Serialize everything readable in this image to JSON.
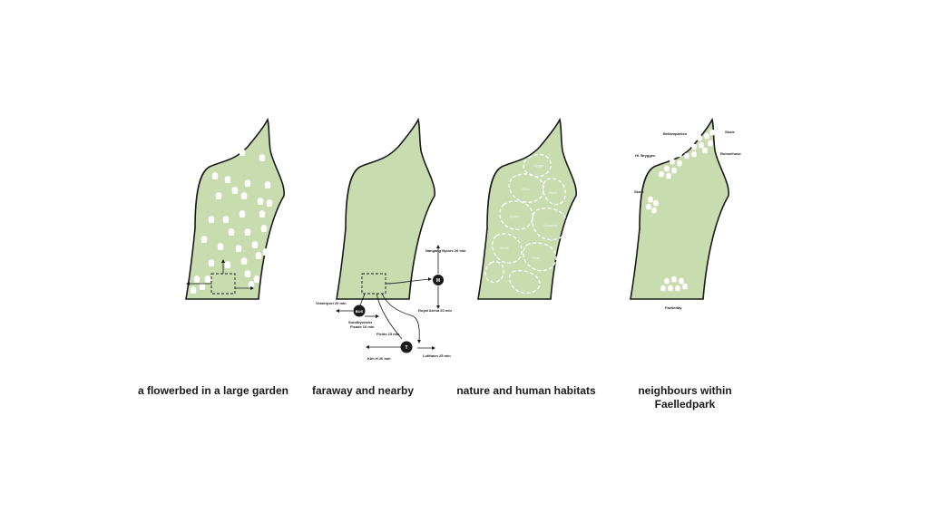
{
  "panels": [
    {
      "caption": "a flowerbed in a large garden"
    },
    {
      "caption": "faraway and nearby",
      "labels": {
        "nangang": "Nangang Nylors 20 min",
        "vesterport": "Vesterport 20 min",
        "royal_arena": "Royal Arena 20 min",
        "sundby": "Sundbyvester",
        "fisade": "Fisade 10 min",
        "fields": "Fields 15 min",
        "kbh": "Kbh H 20 min",
        "lufthavn": "Lufthavn 25 min",
        "m_circle": "M",
        "bus_circle": "BUS",
        "t_circle": "T"
      }
    },
    {
      "caption": "nature and human habitats",
      "labels": [
        "Hygge",
        "Skov",
        "Have",
        "Dyrker",
        "Sundhed",
        "Fest",
        "Skole"
      ]
    },
    {
      "caption_lines": [
        "neighbours within",
        "Faelledpark"
      ],
      "labels": {
        "bellahoj": "Bellamparken",
        "skole_top": "Skole",
        "vandhuse": "Rulmeihuse",
        "hv_bryggen": "Hl. Bryggen",
        "skole_left": "Skole",
        "faelledby": "Faelledby"
      }
    }
  ],
  "colors": {
    "fill": "#c8dcb0",
    "stroke": "#1a1a1a",
    "white": "#ffffff"
  }
}
